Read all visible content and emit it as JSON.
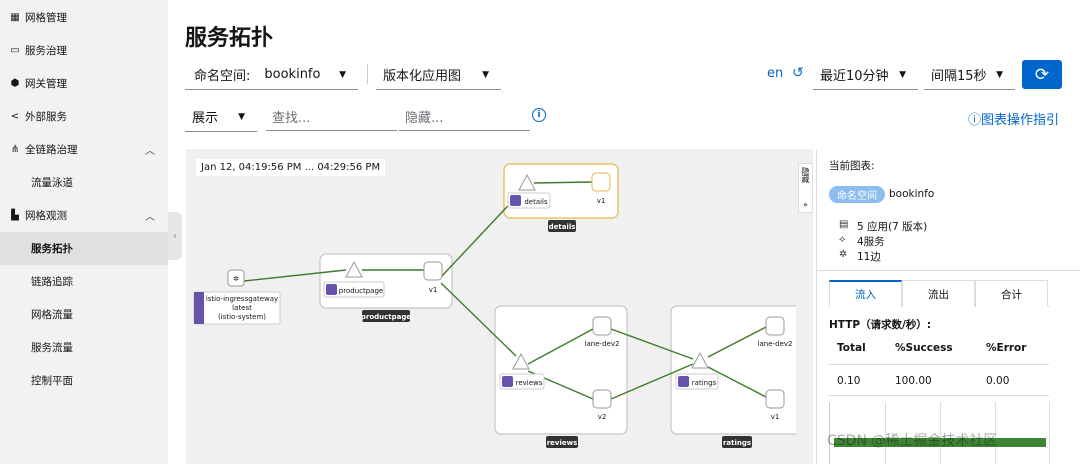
{
  "sidebar": {
    "items": [
      {
        "label": "网格管理",
        "icon": "grid-icon"
      },
      {
        "label": "服务治理",
        "icon": "service-icon"
      },
      {
        "label": "网关管理",
        "icon": "gateway-icon"
      },
      {
        "label": "外部服务",
        "icon": "share-icon"
      },
      {
        "label": "全链路治理",
        "icon": "topology-icon"
      },
      {
        "label": "流量泳道"
      },
      {
        "label": "网格观测",
        "icon": "chart-icon"
      },
      {
        "label": "服务拓扑"
      },
      {
        "label": "链路追踪"
      },
      {
        "label": "网格流量"
      },
      {
        "label": "服务流量"
      },
      {
        "label": "控制平面"
      }
    ]
  },
  "header": {
    "title": "服务拓扑",
    "namespace_label": "命名空间:",
    "namespace_value": "bookinfo",
    "graph_type": "版本化应用图",
    "lang": "en",
    "time_range": "最近10分钟",
    "interval": "间隔15秒"
  },
  "toolbar": {
    "display": "展示",
    "find_placeholder": "查找...",
    "hide_placeholder": "隐藏...",
    "guide": "图表操作指引"
  },
  "graph": {
    "timerange": "Jan 12, 04:19:56 PM ... 04:29:56 PM",
    "hide_toggle": "隐藏",
    "ingress": {
      "name": "istio-ingressgateway",
      "version": "latest",
      "namespace": "(istio-system)"
    },
    "groups": {
      "details": "details",
      "productpage": "productpage",
      "reviews": "reviews",
      "ratings": "ratings"
    },
    "nodes": {
      "details_v1": "v1",
      "productpage_v1": "v1",
      "reviews_lane": "lane-dev2",
      "reviews_v2": "v2",
      "ratings_lane": "lane-dev2",
      "ratings_v1": "v1"
    }
  },
  "panel": {
    "current": "当前图表:",
    "ns_badge": "命名空间",
    "ns_value": "bookinfo",
    "apps": "5 应用(7 版本)",
    "services": "4服务",
    "edges": "11边",
    "tabs": [
      "流入",
      "流出",
      "合计"
    ],
    "http_title": "HTTP（请求数/秒）:",
    "columns": [
      "Total",
      "%Success",
      "%Error"
    ],
    "row": [
      "0.10",
      "100.00",
      "0.00"
    ],
    "success_fraction": 1.0,
    "success_color": "#3e8635"
  },
  "watermark": "CSDN @稀土掘金技术社区"
}
